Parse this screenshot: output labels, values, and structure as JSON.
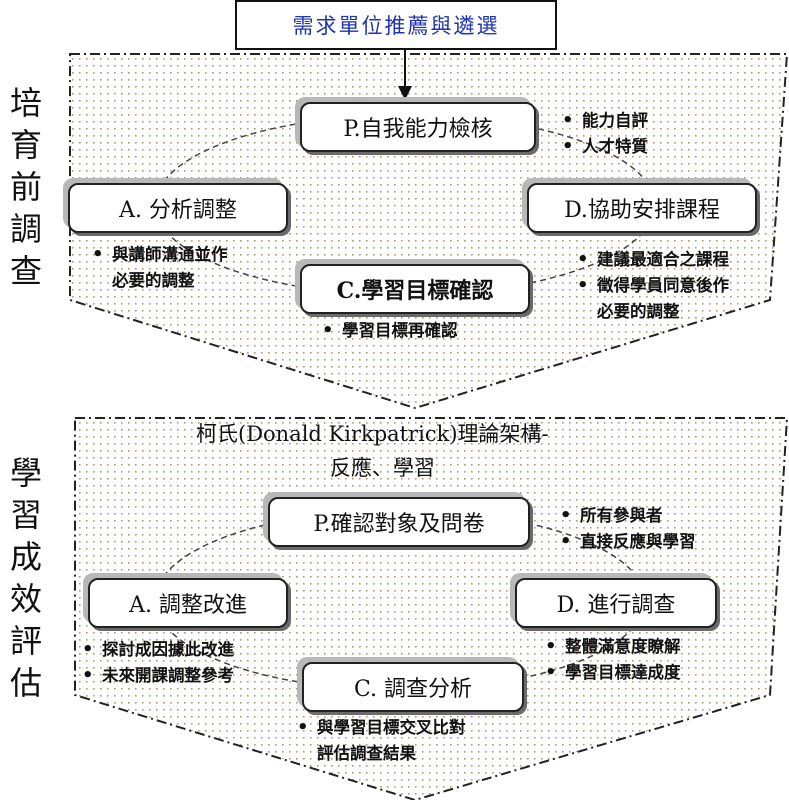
{
  "top_box": "需求單位推薦與遴選",
  "section1": {
    "title": "培育前調查",
    "p_box": "P.自我能力檢核",
    "a_box": "A. 分析調整",
    "d_box": "D.協助安排課程",
    "c_box": "C.學習目標確認",
    "p_notes": [
      "能力自評",
      "人才特質"
    ],
    "a_notes": [
      "與講師溝通並作",
      "必要的調整"
    ],
    "d_notes": [
      "建議最適合之課程",
      "徵得學員同意後作",
      "必要的調整"
    ],
    "c_notes": [
      "學習目標再確認"
    ]
  },
  "section2": {
    "title": "學習成效評估",
    "theory_line1": "柯氏(Donald Kirkpatrick)理論架構-",
    "theory_line2": "反應、學習",
    "p_box": "P.確認對象及問卷",
    "a_box": "A. 調整改進",
    "d_box": "D. 進行調查",
    "c_box": "C. 調查分析",
    "p_notes": [
      "所有參與者",
      "直接反應與學習"
    ],
    "a_notes": [
      "探討成因據此改進",
      "未來開課調整參考"
    ],
    "d_notes": [
      "整體滿意度瞭解",
      "學習目標達成度"
    ],
    "c_notes": [
      "與學習目標交叉比對",
      "評估調查結果"
    ]
  },
  "colors": {
    "top_text": "#1f33b5",
    "dots": "#b49a6a",
    "line": "#222222"
  }
}
